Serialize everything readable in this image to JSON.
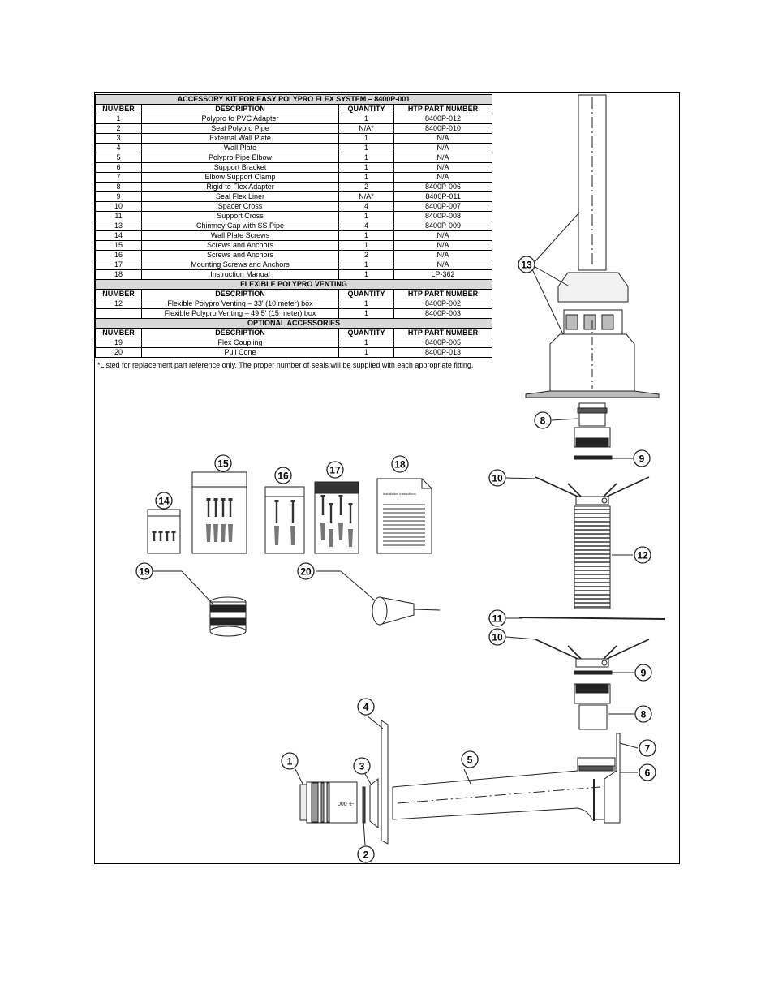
{
  "table": {
    "title": "ACCESSORY KIT FOR EASY POLYPRO FLEX SYSTEM – 8400P-001",
    "headers": [
      "NUMBER",
      "DESCRIPTION",
      "QUANTITY",
      "HTP PART NUMBER"
    ],
    "kit_rows": [
      [
        "1",
        "Polypro to PVC Adapter",
        "1",
        "8400P-012"
      ],
      [
        "2",
        "Seal Polypro Pipe",
        "N/A*",
        "8400P-010"
      ],
      [
        "3",
        "External Wall Plate",
        "1",
        "N/A"
      ],
      [
        "4",
        "Wall Plate",
        "1",
        "N/A"
      ],
      [
        "5",
        "Polypro Pipe Elbow",
        "1",
        "N/A"
      ],
      [
        "6",
        "Support Bracket",
        "1",
        "N/A"
      ],
      [
        "7",
        "Elbow Support Clamp",
        "1",
        "N/A"
      ],
      [
        "8",
        "Rigid to Flex Adapter",
        "2",
        "8400P-006"
      ],
      [
        "9",
        "Seal Flex Liner",
        "N/A*",
        "8400P-011"
      ],
      [
        "10",
        "Spacer Cross",
        "4",
        "8400P-007"
      ],
      [
        "11",
        "Support Cross",
        "1",
        "8400P-008"
      ],
      [
        "13",
        "Chimney Cap with SS Pipe",
        "4",
        "8400P-009"
      ],
      [
        "14",
        "Wall Plate Screws",
        "1",
        "N/A"
      ],
      [
        "15",
        "Screws and Anchors",
        "1",
        "N/A"
      ],
      [
        "16",
        "Screws and Anchors",
        "2",
        "N/A"
      ],
      [
        "17",
        "Mounting Screws and Anchors",
        "1",
        "N/A"
      ],
      [
        "18",
        "Instruction Manual",
        "1",
        "LP-362"
      ]
    ],
    "venting_title": "FLEXIBLE POLYPRO VENTING",
    "venting_rows": [
      [
        "12",
        "Flexible Polypro Venting – 33' (10 meter) box",
        "1",
        "8400P-002"
      ],
      [
        "",
        "Flexible Polypro Venting – 49.5' (15 meter) box",
        "1",
        "8400P-003"
      ]
    ],
    "optional_title": "OPTIONAL ACCESSORIES",
    "optional_rows": [
      [
        "19",
        "Flex Coupling",
        "1",
        "8400P-005"
      ],
      [
        "20",
        "Pull Cone",
        "1",
        "8400P-013"
      ]
    ]
  },
  "footnote": "*Listed for replacement part reference only. The proper number of seals will be supplied with each appropriate fitting.",
  "manual_sheet_text": "Installation Instructions",
  "callouts": {
    "c1": "1",
    "c2": "2",
    "c3": "3",
    "c4": "4",
    "c5": "5",
    "c6": "6",
    "c7": "7",
    "c8a": "8",
    "c8b": "8",
    "c9a": "9",
    "c9b": "9",
    "c10a": "10",
    "c10b": "10",
    "c11": "11",
    "c12": "12",
    "c13": "13",
    "c14": "14",
    "c15": "15",
    "c16": "16",
    "c17": "17",
    "c18": "18",
    "c19": "19",
    "c20": "20"
  }
}
